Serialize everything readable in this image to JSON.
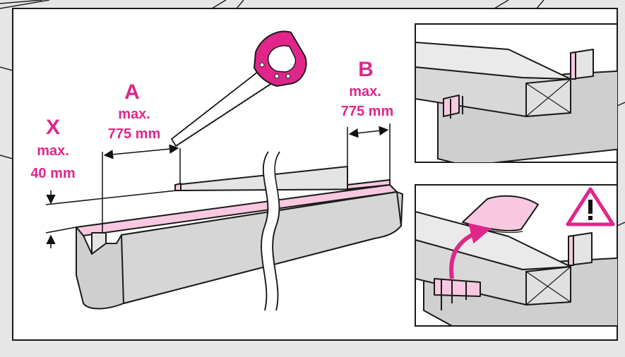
{
  "labels": {
    "a_letter": "A",
    "a_line1": "max.",
    "a_line2": "775 mm",
    "b_letter": "B",
    "b_line1": "max.",
    "b_line2": "775 mm",
    "x_letter": "X",
    "x_line1": "max.",
    "x_line2": "40 mm"
  },
  "icons": {
    "saw": "saw-icon",
    "warning": "warning-triangle-icon",
    "cloth": "cloth-icon",
    "arrow": "curved-arrow-icon"
  },
  "colors": {
    "accent": "#e0268a",
    "panel_background": "#e6e6e6",
    "frame": "#ffffff",
    "material_gray": "#cfcfcf",
    "material_light": "#e4e4e4",
    "material_pink": "#f7c8e0",
    "outline": "#1a1a1a"
  }
}
